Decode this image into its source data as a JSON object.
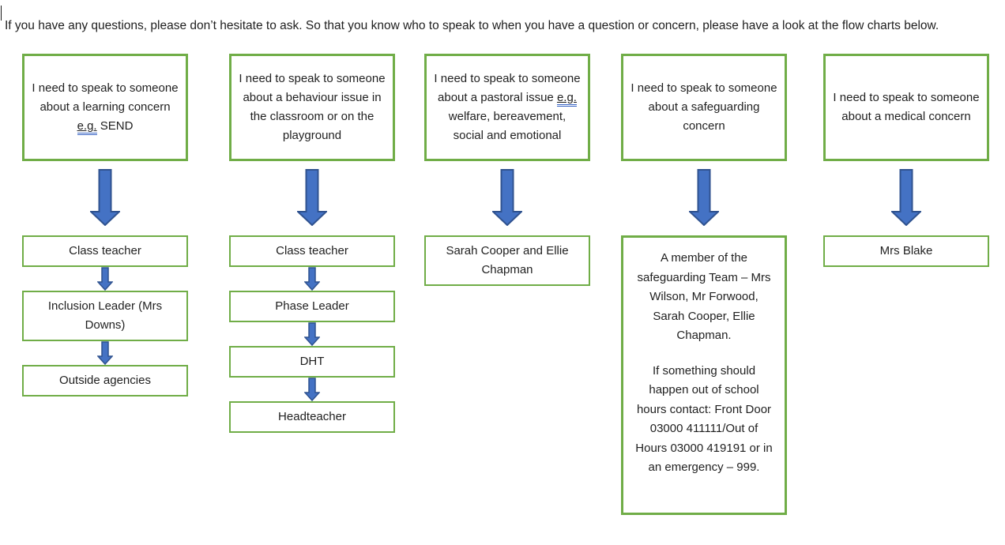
{
  "document": {
    "intro": "If you have any questions, please don’t hesitate to ask. So that you know who to speak to when you have a question or concern, please have a look at the flow charts below."
  },
  "colors": {
    "box_border_green": "#70AD47",
    "arrow_fill_blue": "#4472C4",
    "arrow_outline_blue": "#2F528F",
    "grammar_underline_blue": "#3B66C4",
    "text": "#1F1F1F"
  },
  "icons": {
    "arrow": "down-block-arrow"
  },
  "flowcharts": [
    {
      "id": "learning-concern",
      "question": [
        {
          "text": "I need to speak to someone about a learning concern "
        },
        {
          "text": "e.g.",
          "grammar_underline": true
        },
        {
          "text": " SEND"
        }
      ],
      "steps": [
        {
          "paragraphs": [
            "Class teacher"
          ]
        },
        {
          "paragraphs": [
            "Inclusion Leader (Mrs Downs)"
          ]
        },
        {
          "paragraphs": [
            "Outside agencies"
          ]
        }
      ]
    },
    {
      "id": "behaviour-issue",
      "question": [
        {
          "text": "I need to speak to someone about a behaviour issue in the classroom or on the playground"
        }
      ],
      "steps": [
        {
          "paragraphs": [
            "Class teacher"
          ]
        },
        {
          "paragraphs": [
            "Phase Leader"
          ]
        },
        {
          "paragraphs": [
            "DHT"
          ]
        },
        {
          "paragraphs": [
            "Headteacher"
          ]
        }
      ]
    },
    {
      "id": "pastoral-issue",
      "question": [
        {
          "text": "I need to speak to someone about a pastoral issue "
        },
        {
          "text": "e.g.",
          "grammar_underline": true
        },
        {
          "text": " welfare, bereavement, social and emotional"
        }
      ],
      "steps": [
        {
          "paragraphs": [
            "Sarah Cooper and Ellie Chapman"
          ]
        }
      ]
    },
    {
      "id": "safeguarding-concern",
      "question": [
        {
          "text": "I need to speak to someone about a safeguarding concern"
        }
      ],
      "steps": [
        {
          "paragraphs": [
            "A member of the safeguarding Team – Mrs Wilson, Mr Forwood, Sarah Cooper, Ellie Chapman.",
            "If something should happen out of school hours contact: Front Door 03000 411111/Out of Hours 03000 419191 or in an emergency – 999."
          ]
        }
      ]
    },
    {
      "id": "medical-concern",
      "question": [
        {
          "text": "I need to speak to someone about a medical concern"
        }
      ],
      "steps": [
        {
          "paragraphs": [
            "Mrs Blake"
          ]
        }
      ]
    }
  ]
}
